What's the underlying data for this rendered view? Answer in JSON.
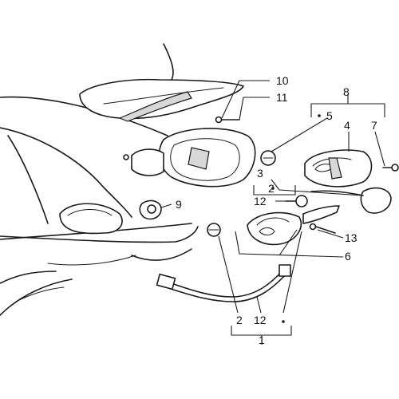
{
  "diagram": {
    "callouts": {
      "c1": "1",
      "c2a": "2",
      "c2b": "2",
      "c3": "3",
      "c4": "4",
      "c5": "5",
      "c6": "6",
      "c7": "7",
      "c8": "8",
      "c9": "9",
      "c10": "10",
      "c11": "11",
      "c12a": "12",
      "c12b": "12",
      "c13": "13"
    }
  }
}
